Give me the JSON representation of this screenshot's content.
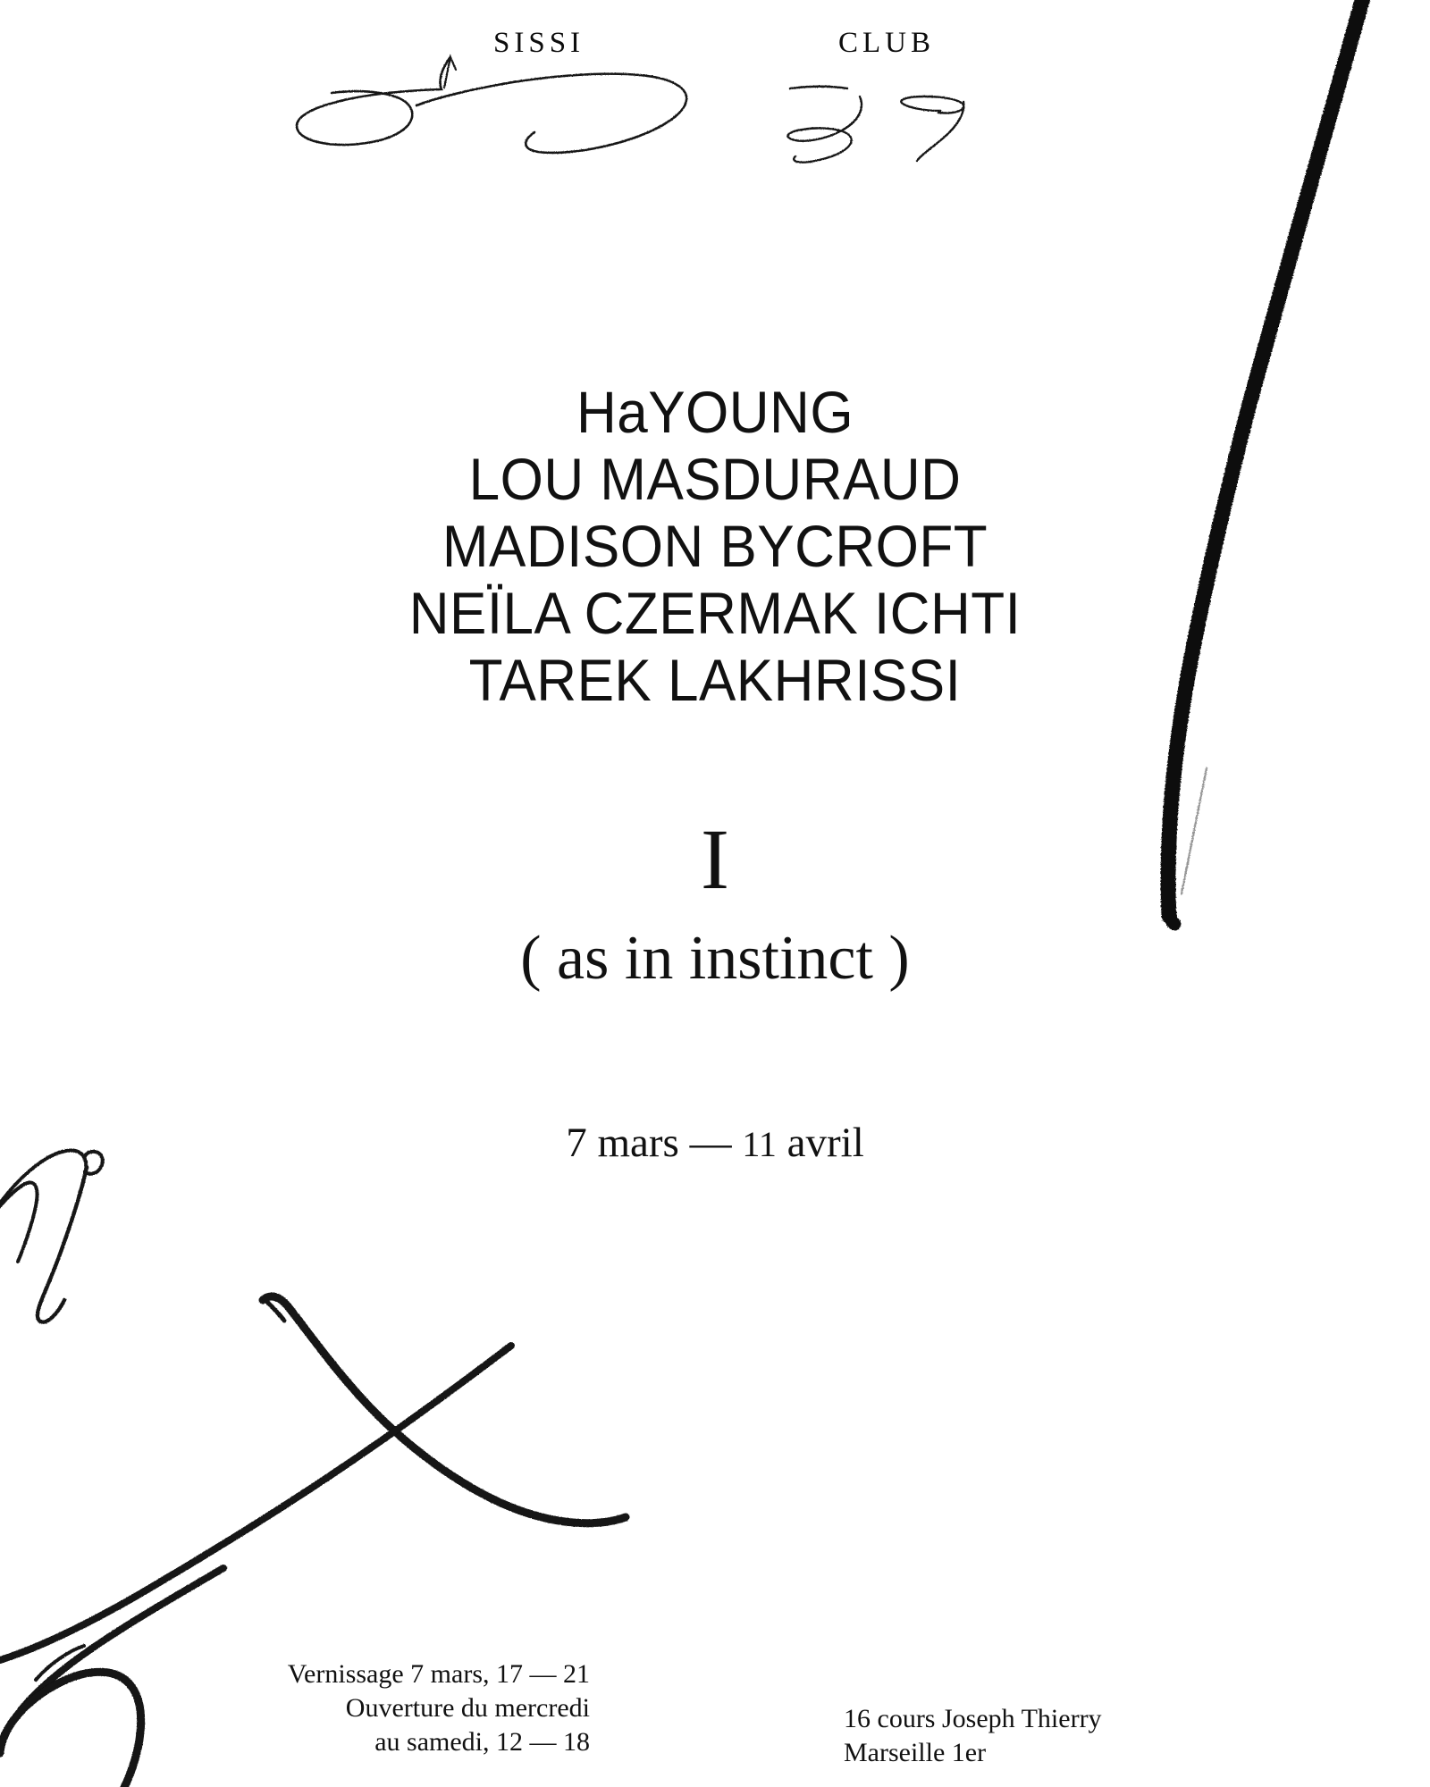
{
  "meta": {
    "background_color": "#ffffff",
    "ink_color": "#111111"
  },
  "header": {
    "wordmark_left": "SISSI",
    "wordmark_right": "CLUB"
  },
  "artists": {
    "lines": [
      "HaYOUNG",
      "LOU MASDURAUD",
      "MADISON BYCROFT",
      "NEÏLA CZERMAK ICHTI",
      "TAREK LAKHRISSI"
    ]
  },
  "title": {
    "letter": "I",
    "subtitle": "( as in instinct )"
  },
  "dates": {
    "start": "7 mars",
    "separator": "—",
    "end_number": "11",
    "end_month": "avril",
    "full": "7 mars — 11 avril"
  },
  "footer": {
    "hours": {
      "line1": "Vernissage 7 mars, 17 — 21",
      "line2": "Ouverture du mercredi",
      "line3": "au samedi, 12 — 18"
    },
    "address": {
      "line1": "16 cours Joseph Thierry",
      "line2": "Marseille 1er"
    }
  },
  "decorations": {
    "items": [
      {
        "name": "brush-stroke-right",
        "description": "thick tapering vertical brush stroke along right edge"
      },
      {
        "name": "calligraphic-loop-sissi",
        "description": "thin cursive loop below SISSI wordmark"
      },
      {
        "name": "calligraphic-squiggle-club",
        "description": "thin cursive zigzag below CLUB wordmark"
      },
      {
        "name": "calligraphic-g-mark",
        "description": "small cursive g-like flourish right of CLUB"
      },
      {
        "name": "calligraphic-m-flourish",
        "description": "cursive M-like flourish at mid left edge"
      },
      {
        "name": "brush-x-mark",
        "description": "large crossing X brush strokes lower left"
      },
      {
        "name": "brush-loop-bottom-left",
        "description": "large sweeping curve and loop at bottom left corner"
      }
    ]
  }
}
